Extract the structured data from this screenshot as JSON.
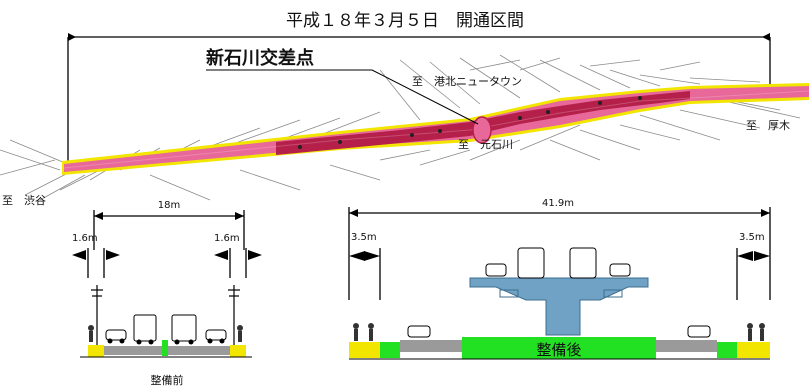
{
  "header": {
    "title": "平成１８年３月５日　開通区間"
  },
  "map": {
    "intersection_label": "新石川交差点",
    "dest_kohoku": "至　港北ニュータウン",
    "dest_atsugi": "至　厚木",
    "dest_motoishikawa": "至　元石川",
    "dest_shibuya": "至　渋谷",
    "colors": {
      "road_main": "#e8689a",
      "road_overpass": "#b5204b",
      "road_edge": "#f2e600"
    }
  },
  "before": {
    "caption": "整備前",
    "total_width": "18m",
    "sidewalk_left": "1.6m",
    "sidewalk_right": "1.6m"
  },
  "after": {
    "caption": "整備後",
    "total_width": "41.9m",
    "sidewalk_left": "3.5m",
    "sidewalk_right": "3.5m",
    "colors": {
      "median": "#22e022",
      "viaduct": "#6fa2c4"
    }
  }
}
